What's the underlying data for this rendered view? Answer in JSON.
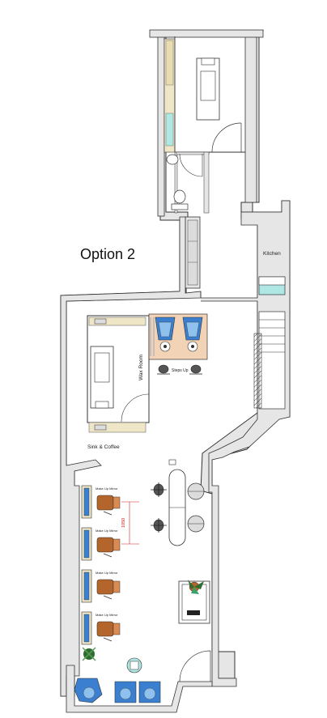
{
  "plan": {
    "title": "Option 2",
    "labels": {
      "kitchen": "Kitchen",
      "wax_room": "Wax Room",
      "steps_up": "Steps Up",
      "sink_coffee": "Sink & Coffee",
      "dimension": "1050"
    },
    "makeup_stations": [
      {
        "label": "Make Up Mirror"
      },
      {
        "label": "Make Up Mirror"
      },
      {
        "label": "Make Up Mirror"
      },
      {
        "label": "Make Up Mirror"
      }
    ],
    "colors": {
      "wall_fill": "#e6e6e6",
      "wall_stroke": "#333333",
      "chair_brown": "#b4652b",
      "sink_blue": "#3a7fd0",
      "bench_tan": "#efe6c8",
      "pedi_peach": "#f2d3b6",
      "kitchen_teal": "#aee7e3",
      "plant_green": "#2f6d2f",
      "dim_red": "#d02020"
    }
  }
}
